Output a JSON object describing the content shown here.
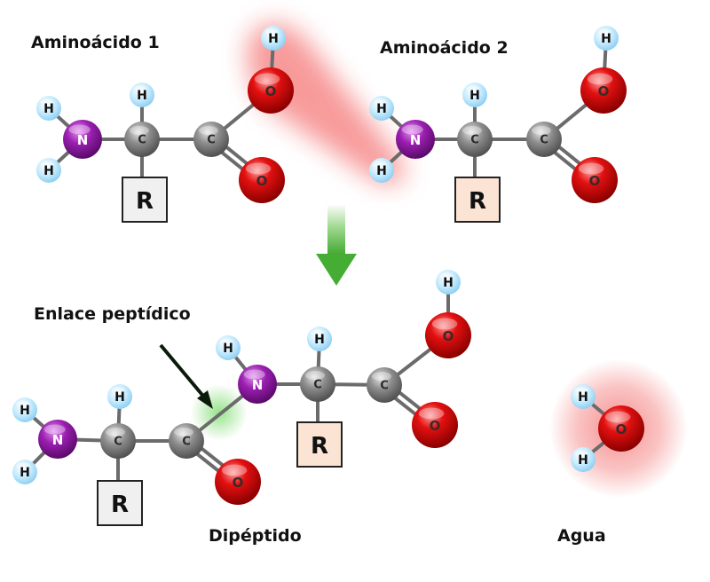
{
  "labels": {
    "amino1": "Aminoácido 1",
    "amino2": "Aminoácido 2",
    "peptide_bond": "Enlace peptídico",
    "dipeptide": "Dipéptido",
    "water": "Agua"
  },
  "atoms": {
    "H": "H",
    "N": "N",
    "C": "C",
    "O": "O",
    "R": "R"
  },
  "colors": {
    "hydrogen": "#bfe6fb",
    "nitrogen": "#8b1a9c",
    "carbon": "#8c8c8c",
    "oxygen": "#d90b0b",
    "r_box_amino1": "#f0f0f0",
    "r_box_amino2": "#fbe4d4",
    "highlight_red": "#f26464",
    "highlight_green": "#7ddc6e",
    "arrow_green": "#4cb43c"
  }
}
